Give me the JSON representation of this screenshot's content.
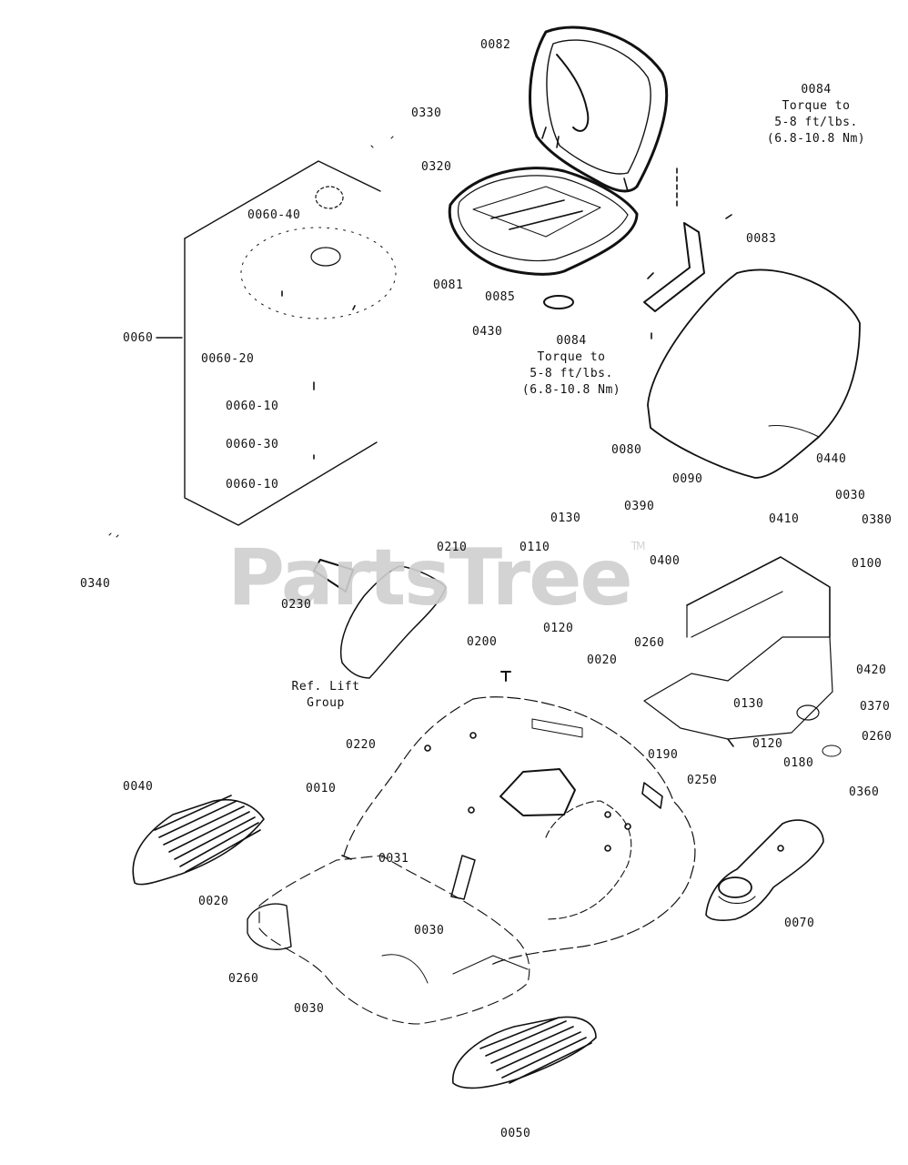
{
  "watermark": {
    "text": "PartsTree",
    "mark": "TM"
  },
  "notes": {
    "torque_upper": {
      "part": "0084",
      "line1": "Torque to",
      "line2": "5-8 ft/lbs.",
      "line3": "(6.8-10.8 Nm)"
    },
    "torque_lower": {
      "part": "0084",
      "line1": "Torque to",
      "line2": "5-8 ft/lbs.",
      "line3": "(6.8-10.8 Nm)"
    },
    "ref_lift": {
      "line1": "Ref. Lift",
      "line2": "Group"
    }
  },
  "labels": {
    "p0082": "0082",
    "p0330": "0330",
    "p0320": "0320",
    "p0060_40": "0060-40",
    "p0083": "0083",
    "p0081": "0081",
    "p0085": "0085",
    "p0060": "0060",
    "p0430": "0430",
    "p0060_20": "0060-20",
    "p0060_10a": "0060-10",
    "p0060_30": "0060-30",
    "p0080": "0080",
    "p0440": "0440",
    "p0060_10b": "0060-10",
    "p0090": "0090",
    "p0030a": "0030",
    "p0390": "0390",
    "p0130a": "0130",
    "p0410": "0410",
    "p0380": "0380",
    "p0210": "0210",
    "p0110": "0110",
    "p0400": "0400",
    "p0100": "0100",
    "p0340": "0340",
    "p0230": "0230",
    "p0120a": "0120",
    "p0200": "0200",
    "p0020a": "0020",
    "p0260a": "0260",
    "p0420": "0420",
    "p0130b": "0130",
    "p0370": "0370",
    "p0260b": "0260",
    "p0220": "0220",
    "p0120b": "0120",
    "p0190": "0190",
    "p0180": "0180",
    "p0040": "0040",
    "p0010": "0010",
    "p0250": "0250",
    "p0360": "0360",
    "p0031": "0031",
    "p0020b": "0020",
    "p0030b": "0030",
    "p0070": "0070",
    "p0260c": "0260",
    "p0030c": "0030",
    "p0050": "0050"
  }
}
